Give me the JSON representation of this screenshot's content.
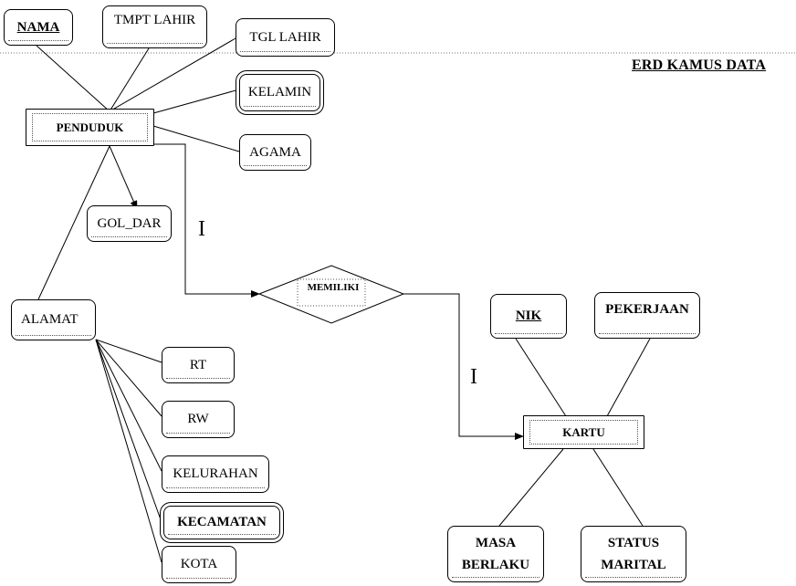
{
  "title": "ERD KAMUS DATA",
  "entities": {
    "penduduk": "PENDUDUK",
    "kartu": "KARTU"
  },
  "relationship": "MEMILIKI",
  "cardinality": {
    "penduduk_side": "I",
    "kartu_side": "I"
  },
  "penduduk_attributes": {
    "nama": "NAMA",
    "tmpt_lahir": "TMPT LAHIR",
    "tgl_lahir": "TGL LAHIR",
    "kelamin": "KELAMIN",
    "agama": "AGAMA",
    "gol_dar": "GOL_DAR",
    "alamat": "ALAMAT"
  },
  "alamat_attributes": {
    "rt": "RT",
    "rw": "RW",
    "kelurahan": "KELURAHAN",
    "kecamatan": "KECAMATAN",
    "kota": "KOTA"
  },
  "kartu_attributes": {
    "nik": "NIK",
    "pekerjaan": "PEKERJAAN",
    "masa_berlaku": "MASA\nBERLAKU",
    "status_marital": "STATUS\nMARITAL"
  }
}
